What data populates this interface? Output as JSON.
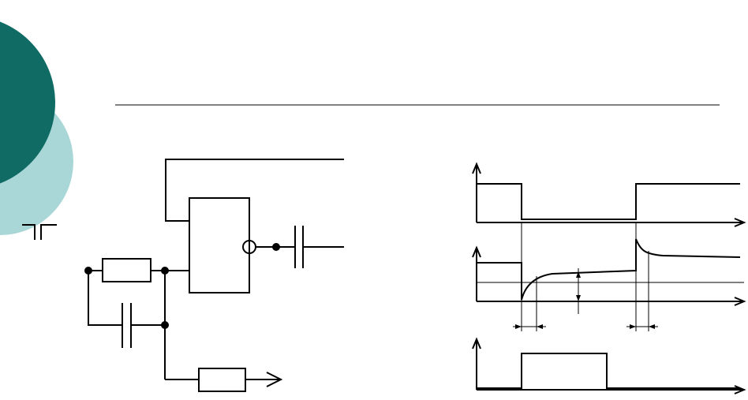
{
  "slide": {
    "background": "#ffffff",
    "decor_colors": {
      "dark_teal": "#0f6b64",
      "light_teal": "#a9d6d6"
    },
    "icon": "pulse-icon"
  },
  "diagram": {
    "stroke_color": "#000000",
    "left_circuit": [
      "input-terminal",
      "resistor",
      "capacitor",
      "inverter-gate",
      "output-capacitor",
      "output-resistor",
      "output-arrow"
    ],
    "timing_traces": [
      "input-square-wave",
      "rc-node-waveform",
      "output-pulse"
    ]
  }
}
